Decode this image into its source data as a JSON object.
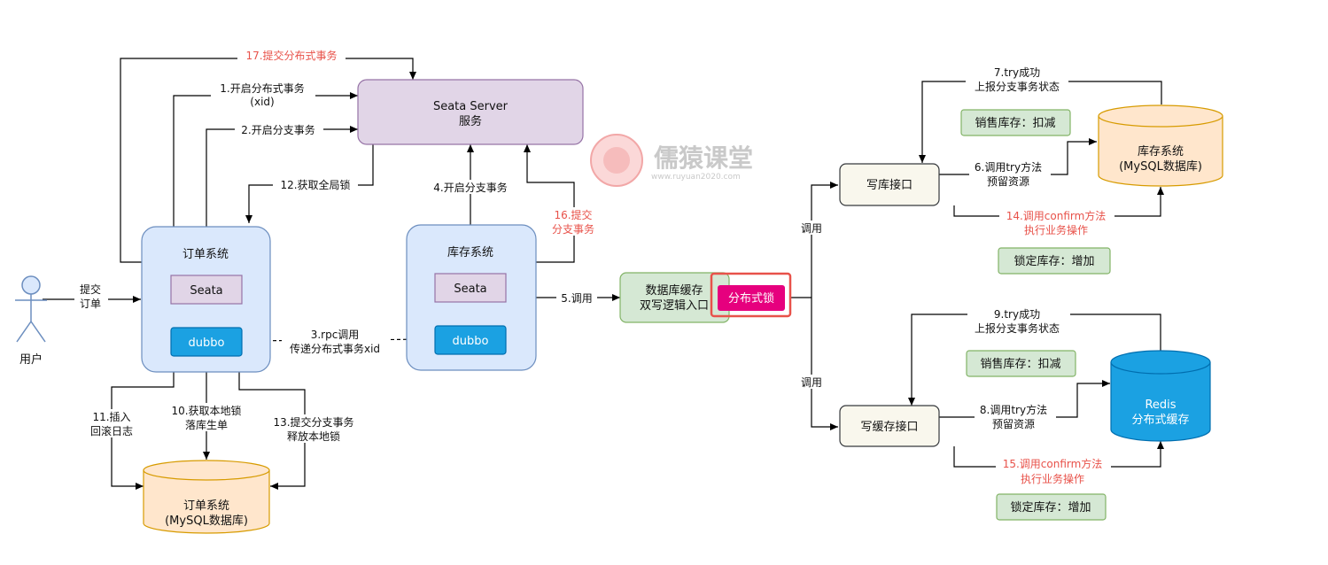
{
  "diagram": {
    "user_label": "用户",
    "submit_order": [
      "提交",
      "订单"
    ],
    "seata_server": [
      "Seata Server",
      "服务"
    ],
    "order_system": {
      "title": "订单系统",
      "seata": "Seata",
      "dubbo": "dubbo",
      "db": [
        "订单系统",
        "(MySQL数据库)"
      ]
    },
    "stock_system": {
      "title": "库存系统",
      "seata": "Seata",
      "dubbo": "dubbo"
    },
    "dual_write": [
      "数据库缓存",
      "双写逻辑入口"
    ],
    "dist_lock": "分布式锁",
    "write_db_api": "写库接口",
    "write_cache_api": "写缓存接口",
    "stock_db": [
      "库存系统",
      "(MySQL数据库)"
    ],
    "redis": [
      "Redis",
      "分布式缓存"
    ],
    "badges": {
      "sale_deduct_1": "销售库存：扣减",
      "lock_add_1": "锁定库存：增加",
      "sale_deduct_2": "销售库存：扣减",
      "lock_add_2": "锁定库存：增加"
    },
    "steps": {
      "s1": [
        "1.开启分布式事务",
        "(xid)"
      ],
      "s2": "2.开启分支事务",
      "s3": [
        "3.rpc调用",
        "传递分布式事务xid"
      ],
      "s4": "4.开启分支事务",
      "s5": "5.调用",
      "s6": [
        "6.调用try方法",
        "预留资源"
      ],
      "s7": [
        "7.try成功",
        "上报分支事务状态"
      ],
      "s8": [
        "8.调用try方法",
        "预留资源"
      ],
      "s9": [
        "9.try成功",
        "上报分支事务状态"
      ],
      "s10": [
        "10.获取本地锁",
        "落库生单"
      ],
      "s11": [
        "11.插入",
        "回滚日志"
      ],
      "s12": "12.获取全局锁",
      "s13": [
        "13.提交分支事务",
        "释放本地锁"
      ],
      "s14": [
        "14.调用confirm方法",
        "执行业务操作"
      ],
      "s15": [
        "15.调用confirm方法",
        "执行业务操作"
      ],
      "s16": [
        "16.提交",
        "分支事务"
      ],
      "s17": "17.提交分布式事务"
    },
    "call_1": "调用",
    "call_2": "调用",
    "watermark": {
      "cn": "儒猿课堂",
      "url": "www.ruyuan2020.com"
    }
  }
}
